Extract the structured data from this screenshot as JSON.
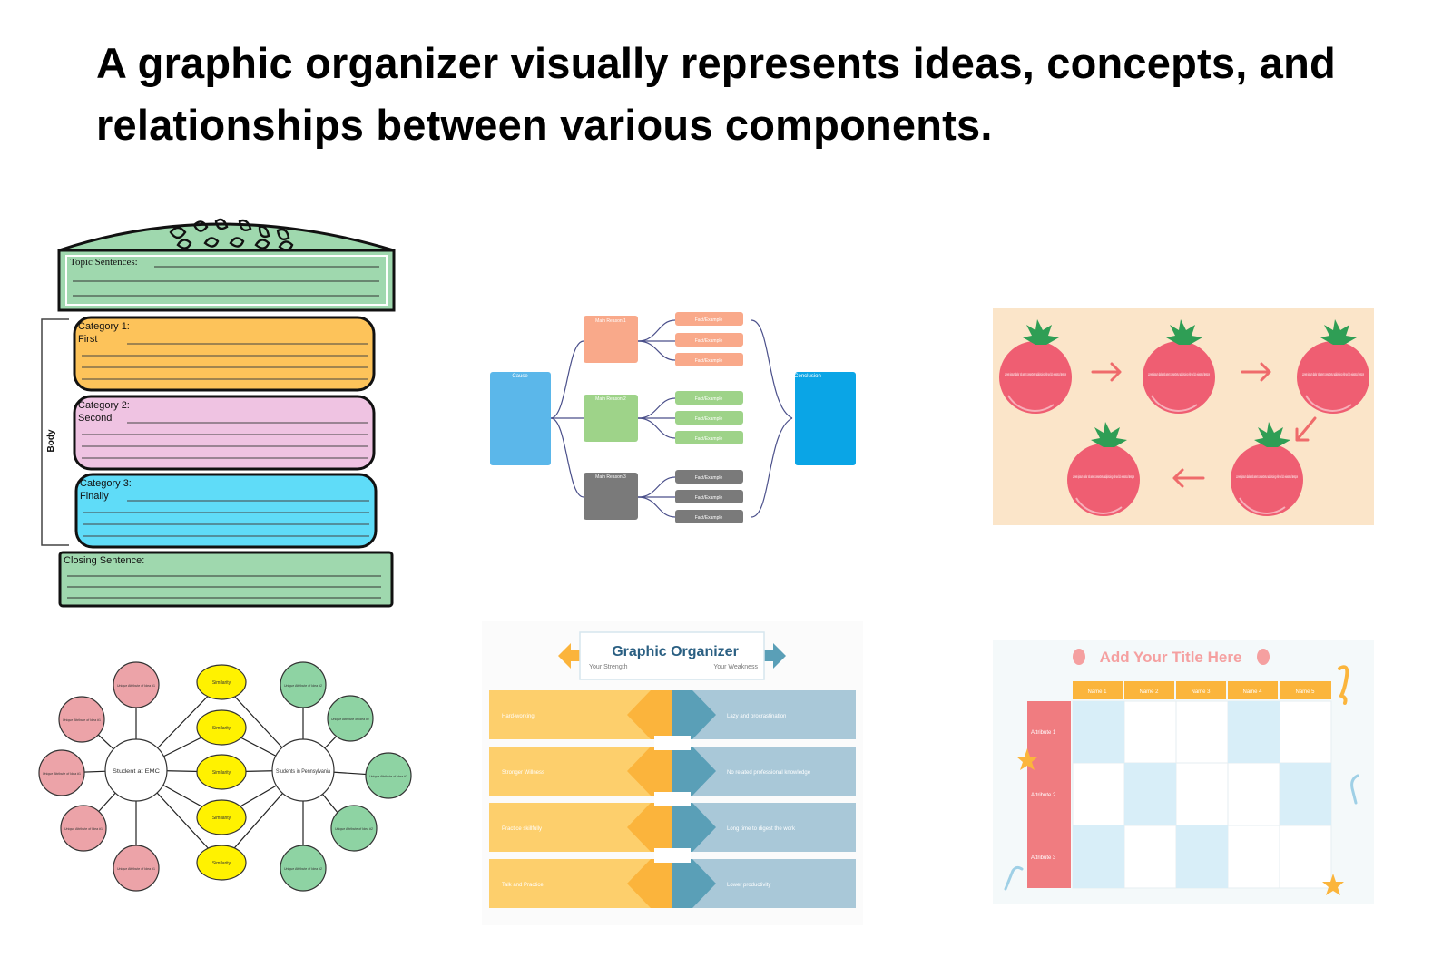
{
  "headline": "A graphic organizer visually represents ideas, concepts, and relationships between various components.",
  "hamburger": {
    "topic": "Topic Sentences:",
    "cat1_title": "Category 1:",
    "cat1_sub": "First",
    "cat2_title": "Category 2:",
    "cat2_sub": "Second",
    "cat3_title": "Category 3:",
    "cat3_sub": "Finally",
    "body_label": "Body",
    "closing": "Closing Sentence:",
    "colors": {
      "green": "#9fd8ae",
      "orange": "#fdc35a",
      "pink": "#efc3e2",
      "blue": "#5fdcf8"
    }
  },
  "flow_map": {
    "left_box": "Cause",
    "right_box": "Conclusion",
    "groups": [
      {
        "label": "Main Reason 1",
        "items": [
          "Fact/Example",
          "Fact/Example",
          "Fact/Example"
        ],
        "color": "#f9a98a"
      },
      {
        "label": "Main Reason 2",
        "items": [
          "Fact/Example",
          "Fact/Example",
          "Fact/Example"
        ],
        "color": "#9ed389"
      },
      {
        "label": "Main Reason 3",
        "items": [
          "Fact/Example",
          "Fact/Example",
          "Fact/Example"
        ],
        "color": "#7a7a7a"
      }
    ]
  },
  "tomato_cycle": {
    "items": [
      "Lorem ipsum dolor sit amet consectetur adipiscing elit sed do eiusmod tempor",
      "Lorem ipsum dolor sit amet consectetur adipiscing elit sed do eiusmod tempor",
      "Lorem ipsum dolor sit amet consectetur adipiscing elit sed do eiusmod tempor",
      "Lorem ipsum dolor sit amet consectetur adipiscing elit sed do eiusmod tempor",
      "Lorem ipsum dolor sit amet consectetur adipiscing elit sed do eiusmod tempor"
    ],
    "colors": {
      "bg": "#fbe5c9",
      "tomato": "#ef5e72",
      "leaf": "#2f9e55",
      "arrow": "#ef6b6b"
    }
  },
  "double_bubble": {
    "left_center": "Student at EMC",
    "right_center": "Students in Pennsylvania",
    "similarities": [
      "Similarity",
      "Similarity",
      "Similarity",
      "Similarity",
      "Similarity"
    ],
    "left_attributes": [
      "Unique Attribute of Idea #1",
      "Unique Attribute of Idea #1",
      "Unique Attribute of Idea #1",
      "Unique Attribute of Idea #1",
      "Unique Attribute of Idea #1"
    ],
    "right_attributes": [
      "Unique Attribute of Idea #2",
      "Unique Attribute of Idea #2",
      "Unique Attribute of Idea #2",
      "Unique Attribute of Idea #2",
      "Unique Attribute of Idea #2"
    ],
    "colors": {
      "left": "#eca3a8",
      "right": "#8ed3a3",
      "similarity": "#fff200"
    }
  },
  "strength_weakness": {
    "title": "Graphic Organizer",
    "left_caption": "Your Strength",
    "right_caption": "Your Weakness",
    "rows": [
      {
        "strength": "Hard-working",
        "weakness": "Lazy and procrastination"
      },
      {
        "strength": "Stronger Willness",
        "weakness": "No related professional knowledge"
      },
      {
        "strength": "Practice skillfully",
        "weakness": "Long time to digest the work"
      },
      {
        "strength": "Talk and Practice",
        "weakness": "Lower productivity"
      }
    ],
    "colors": {
      "left": "#fdcf6c",
      "left_arrow": "#fbb43c",
      "right": "#a9c8d8",
      "right_arrow": "#5a9fb7",
      "title": "#2a5f82"
    }
  },
  "grid_chart": {
    "title": "Add Your Title Here",
    "columns": [
      "Name 1",
      "Name 2",
      "Name 3",
      "Name 4",
      "Name 5"
    ],
    "rows": [
      "Attribute 1",
      "Attribute 2",
      "Attribute 3"
    ],
    "colors": {
      "header": "#fbb53c",
      "row_header": "#f07c80",
      "title": "#f5a0a0",
      "cell": "#d8eef8"
    }
  }
}
